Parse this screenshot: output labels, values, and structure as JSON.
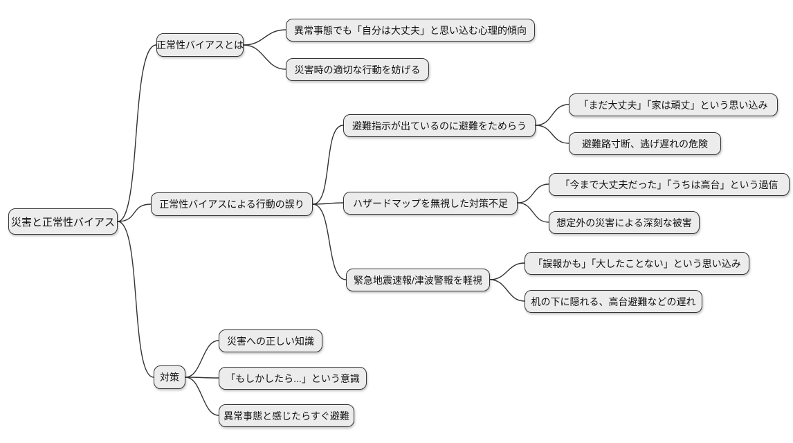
{
  "diagram": {
    "type": "mindmap",
    "colors": {
      "background": "#ffffff",
      "node_fill": "#ececec",
      "node_border": "#333333",
      "edge": "#333333",
      "text": "#111111"
    },
    "root": {
      "label": "災害と正常性バイアス"
    },
    "branches": [
      {
        "label": "正常性バイアスとは",
        "children": [
          {
            "label": "異常事態でも「自分は大丈夫」と思い込む心理的傾向"
          },
          {
            "label": "災害時の適切な行動を妨げる"
          }
        ]
      },
      {
        "label": "正常性バイアスによる行動の誤り",
        "children": [
          {
            "label": "避難指示が出ているのに避難をためらう",
            "children": [
              {
                "label": "「まだ大丈夫」「家は頑丈」という思い込み"
              },
              {
                "label": "避難路寸断、逃げ遅れの危険"
              }
            ]
          },
          {
            "label": "ハザードマップを無視した対策不足",
            "children": [
              {
                "label": "「今まで大丈夫だった」「うちは高台」という過信"
              },
              {
                "label": "想定外の災害による深刻な被害"
              }
            ]
          },
          {
            "label": "緊急地震速報/津波警報を軽視",
            "children": [
              {
                "label": "「誤報かも」「大したことない」という思い込み"
              },
              {
                "label": "机の下に隠れる、高台避難などの遅れ"
              }
            ]
          }
        ]
      },
      {
        "label": "対策",
        "children": [
          {
            "label": "災害への正しい知識"
          },
          {
            "label": "「もしかしたら...」という意識"
          },
          {
            "label": "異常事態と感じたらすぐ避難"
          }
        ]
      }
    ]
  }
}
